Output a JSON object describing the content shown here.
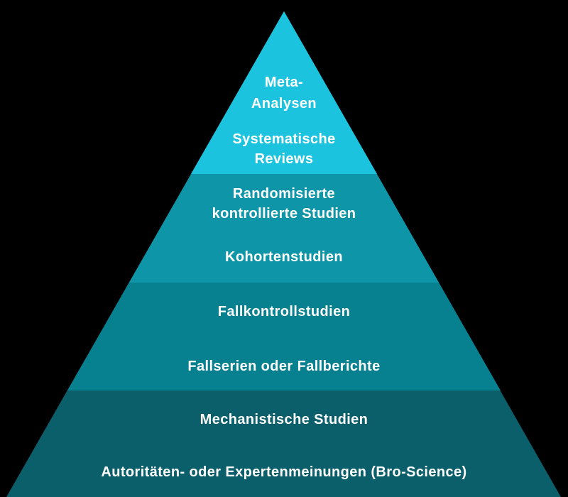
{
  "page": {
    "background_color": "#000000"
  },
  "pyramid": {
    "text_color": "#ffffff",
    "tiers": [
      {
        "name": "tier-1-top",
        "color": "#1CC3DF",
        "labels": [
          {
            "lines": [
              "Meta-",
              "Analysen"
            ]
          },
          {
            "lines": [
              "Systematische",
              "Reviews"
            ]
          }
        ]
      },
      {
        "name": "tier-2",
        "color": "#0E96A8",
        "labels": [
          {
            "lines": [
              "Randomisierte",
              "kontrollierte Studien"
            ]
          },
          {
            "lines": [
              "Kohortenstudien"
            ]
          }
        ]
      },
      {
        "name": "tier-3",
        "color": "#07818F",
        "labels": [
          {
            "lines": [
              "Fallkontrollstudien"
            ]
          },
          {
            "lines": [
              "Fallserien oder Fallberichte"
            ]
          }
        ]
      },
      {
        "name": "tier-4-base",
        "color": "#0B5F6B",
        "labels": [
          {
            "lines": [
              "Mechanistische Studien"
            ]
          },
          {
            "lines": [
              "Autoritäten- oder Expertenmeinungen (Bro-Science)"
            ]
          }
        ]
      }
    ]
  }
}
